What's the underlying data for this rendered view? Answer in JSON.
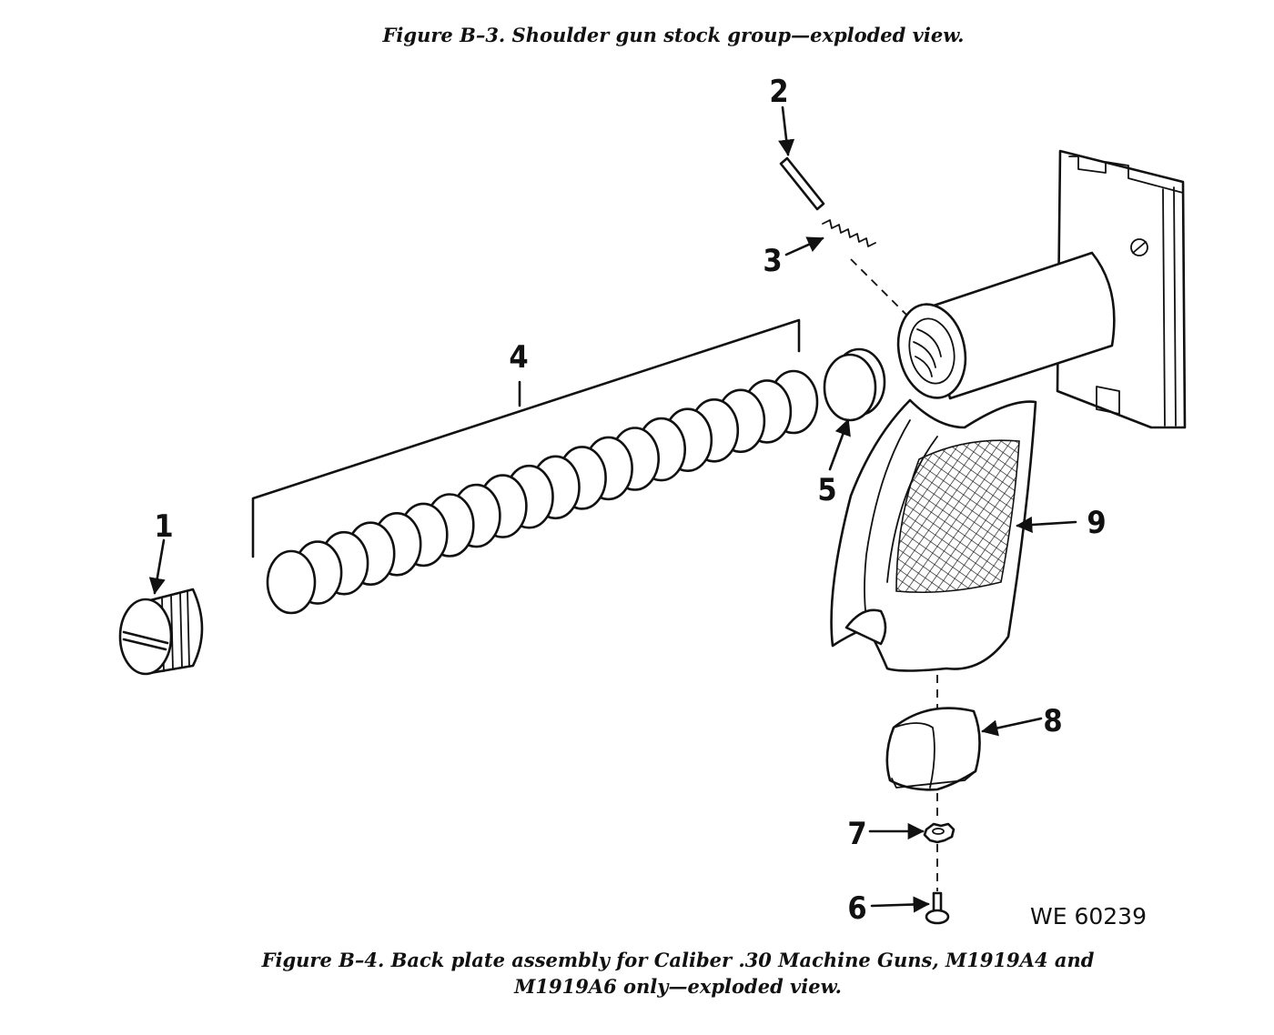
{
  "captions": {
    "top": "Figure B–3. Shoulder gun stock group—exploded view.",
    "bottom_line1": "Figure B–4. Back plate assembly for Caliber .30 Machine Guns, M1919A4 and",
    "bottom_line2": "M1919A6 only—exploded view."
  },
  "reference_code": "WE 60239",
  "callouts": [
    "1",
    "2",
    "3",
    "4",
    "5",
    "6",
    "7",
    "8",
    "9"
  ]
}
